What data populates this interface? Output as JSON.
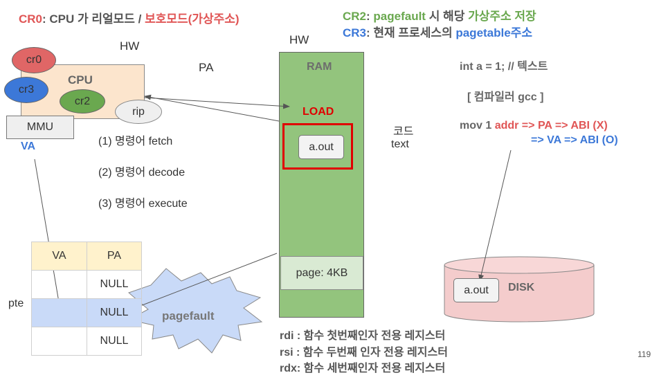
{
  "title_left": {
    "cr0_label": "CR0",
    "colon": ": ",
    "cpu_text": "CPU 가 리얼모드 / ",
    "protected_text": "보호모드(가상주소)"
  },
  "title_right": {
    "cr2_label": "CR2",
    "cr2_colon": ": ",
    "cr2_term": "pagefault",
    "cr2_mid": " 시 해당 ",
    "cr2_tail": "가상주소 저장",
    "cr3_label": "CR3",
    "cr3_colon": ": ",
    "cr3_mid": "현재 프로세스의 ",
    "cr3_term": "pagetable",
    "cr3_tail": "주소"
  },
  "labels": {
    "hw_left": "HW",
    "hw_right": "HW",
    "pa": "PA",
    "va": "VA",
    "pte": "pte",
    "code_kr": "코드",
    "code_en": "text"
  },
  "cpu": {
    "title": "CPU",
    "cr0": "cr0",
    "cr2": "cr2",
    "cr3": "cr3",
    "rip": "rip",
    "mmu": "MMU"
  },
  "steps": [
    "(1) 명령어 fetch",
    "(2) 명령어 decode",
    "(3) 명령어 execute"
  ],
  "ram": {
    "title": "RAM",
    "load": "LOAD",
    "file": "a.out",
    "page": "page: 4KB"
  },
  "disk": {
    "label": "DISK",
    "file": "a.out"
  },
  "code_notes": {
    "line1": "int a = 1; // 텍스트",
    "line2": "[ 컴파일러 gcc ]",
    "line3_prefix": "mov 1 ",
    "line3_suffix": "addr => PA => ABI (X)",
    "line4": "=> VA => ABI (O)"
  },
  "page_table": {
    "headers": [
      "VA",
      "PA"
    ],
    "rows": [
      [
        "",
        "NULL"
      ],
      [
        "",
        "NULL"
      ],
      [
        "",
        "NULL"
      ]
    ]
  },
  "pagefault": "pagefault",
  "registers": [
    {
      "name": "rdi",
      "desc": " : 함수 첫번째인자 전용 레지스터"
    },
    {
      "name": "rsi",
      "desc": " : 함수 두번째 인자 전용 레지스터"
    },
    {
      "name": "rdx",
      "desc": ": 함수 세번째인자 전용 레지스터"
    }
  ],
  "page_number": "119",
  "colors": {
    "red": "#e05555",
    "green": "#6aa84f",
    "blue": "#3c78d8",
    "ram": "#93c47d",
    "cpu": "#fce5cd",
    "disk": "#f4cccc",
    "pagefault": "#c9daf8"
  }
}
